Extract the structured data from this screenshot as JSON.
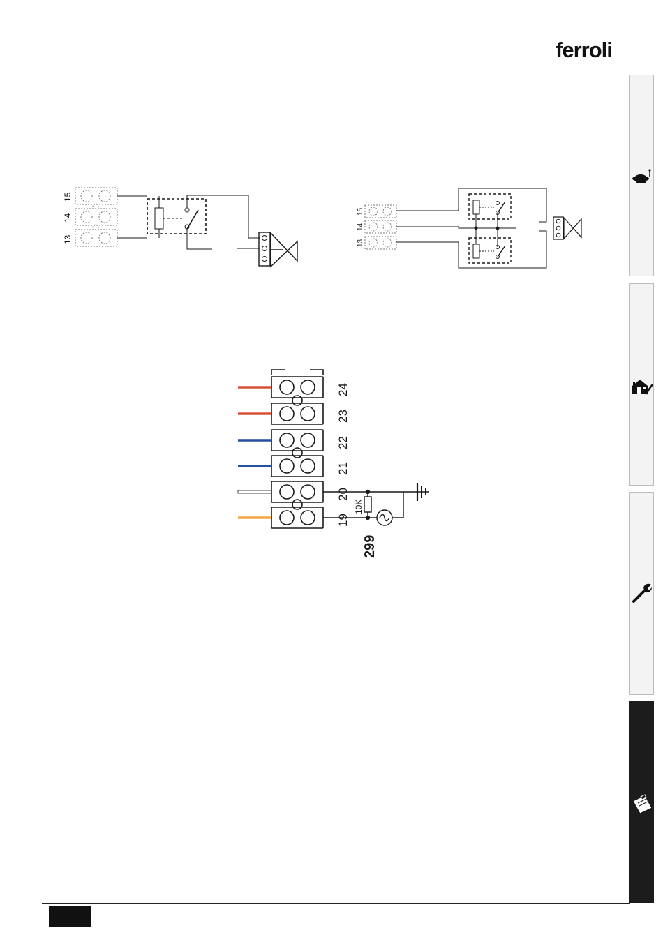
{
  "brand": {
    "name": "ferroli"
  },
  "sidebar": {
    "tabs": [
      {
        "name": "user-tab",
        "icon": "user-hat-icon",
        "active": false
      },
      {
        "name": "installer-tab",
        "icon": "house-installation-icon",
        "active": false
      },
      {
        "name": "service-tab",
        "icon": "wrench-icon",
        "active": false
      },
      {
        "name": "technical-data-tab",
        "icon": "clipboard-icon",
        "active": true
      }
    ]
  },
  "diagram_left": {
    "terminals": [
      "15",
      "14",
      "13"
    ]
  },
  "diagram_right": {
    "terminals": [
      "15",
      "14",
      "13"
    ]
  },
  "terminal_block": {
    "labels": [
      "24",
      "23",
      "22",
      "21",
      "20",
      "19"
    ],
    "wire_colors": [
      "#d9503a",
      "#d9503a",
      "#274f9b",
      "#274f9b",
      "#ffffff",
      "#f4a640"
    ],
    "resistor_label": "10K",
    "component_number": "299"
  }
}
